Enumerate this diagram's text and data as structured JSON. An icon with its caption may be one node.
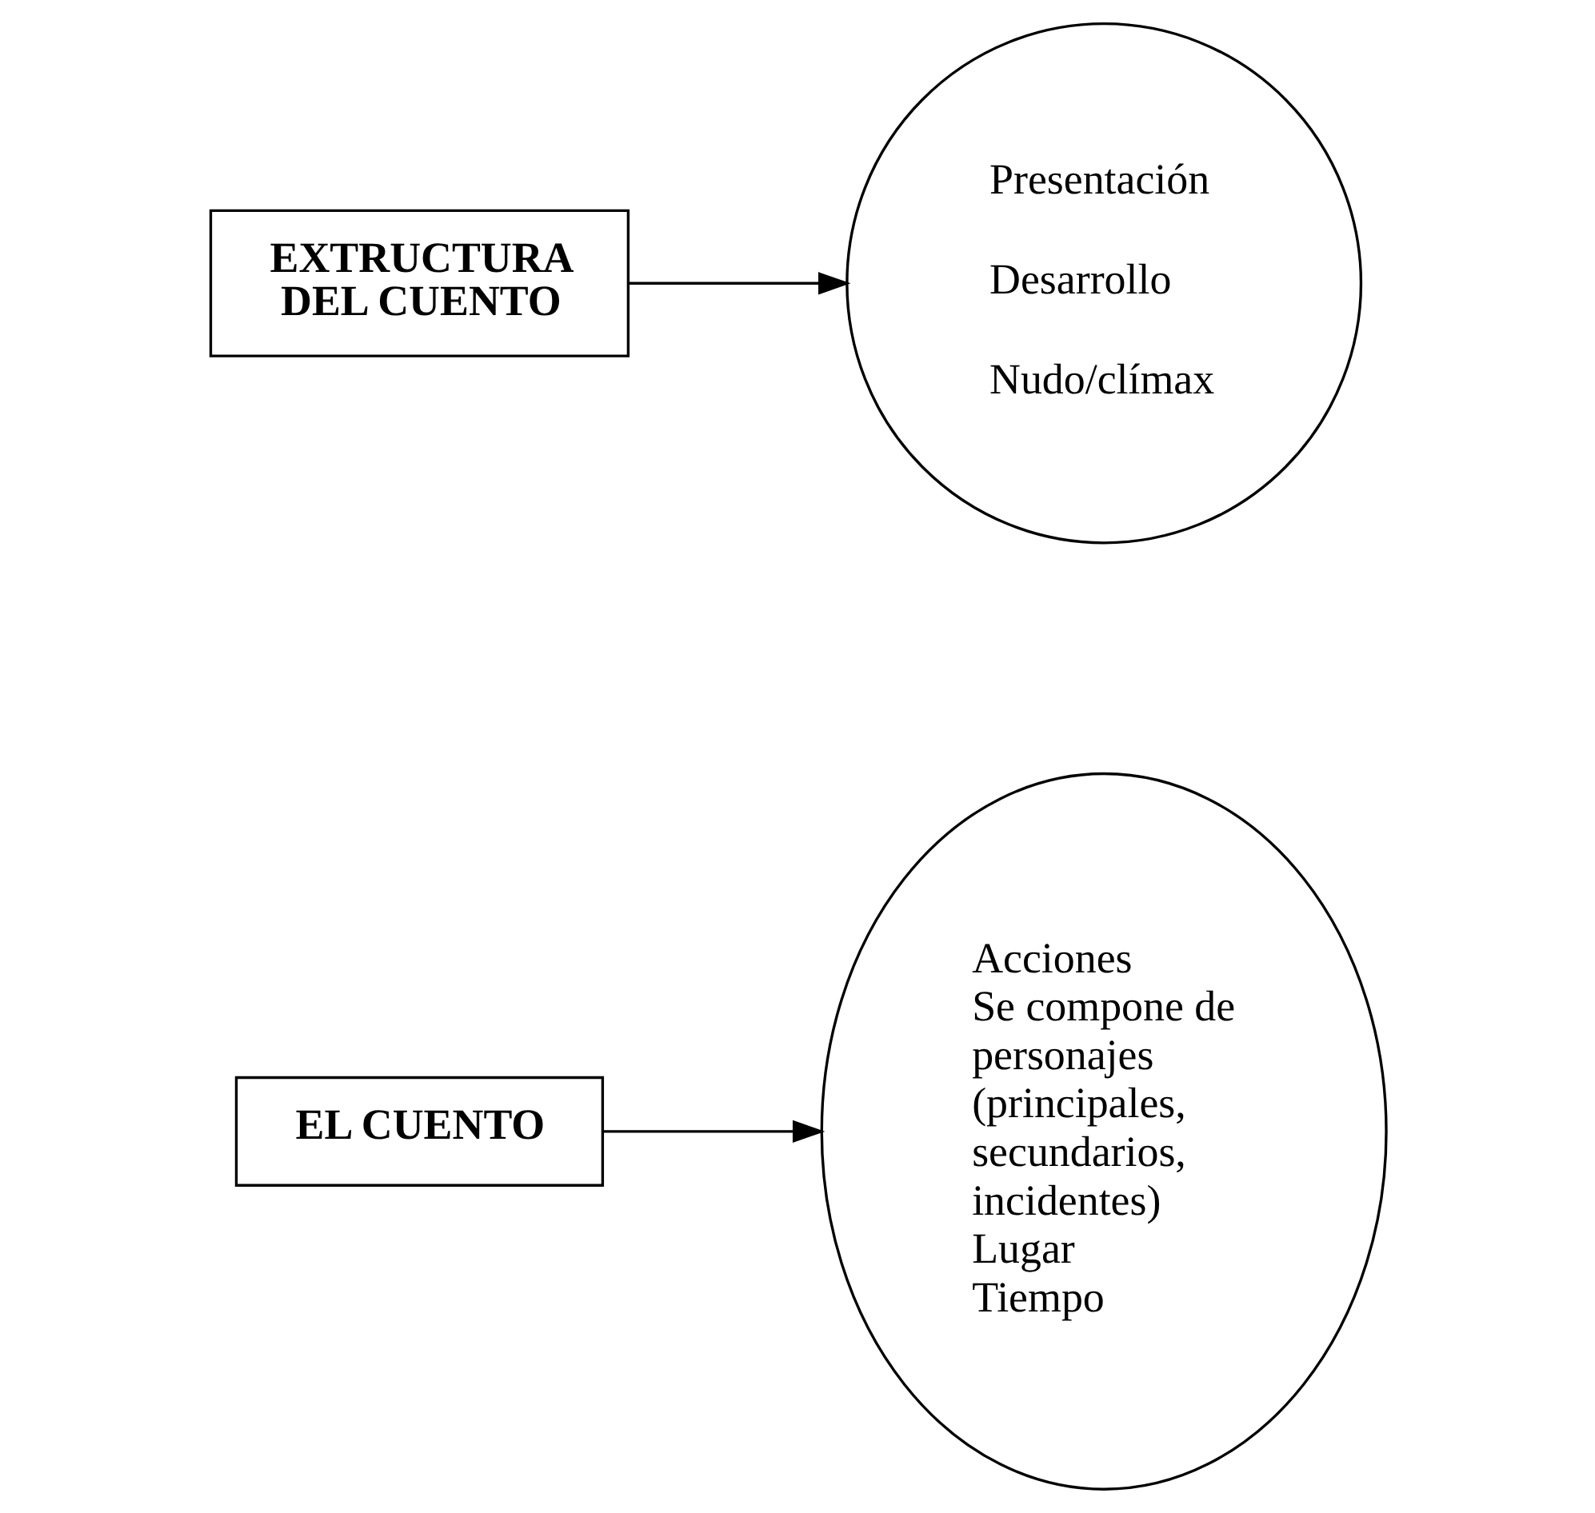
{
  "diagram": {
    "nodes": [
      {
        "text": [
          "EL CUENTO"
        ]
      },
      {
        "text": [
          "Acciones",
          "Se compone de personajes (principales, secundarios, incidentes)",
          "Lugar",
          "Tiempo"
        ]
      },
      {
        "text": [
          "EXTRUCTURA DEL CUENTO"
        ]
      },
      {
        "text": [
          "Presentación",
          "Desarrollo",
          "Nudo/clímax"
        ]
      }
    ],
    "edges": [
      {
        "from": 0,
        "to": 1,
        "arrow": "to"
      },
      {
        "from": 2,
        "to": 3,
        "arrow": "to"
      }
    ]
  }
}
